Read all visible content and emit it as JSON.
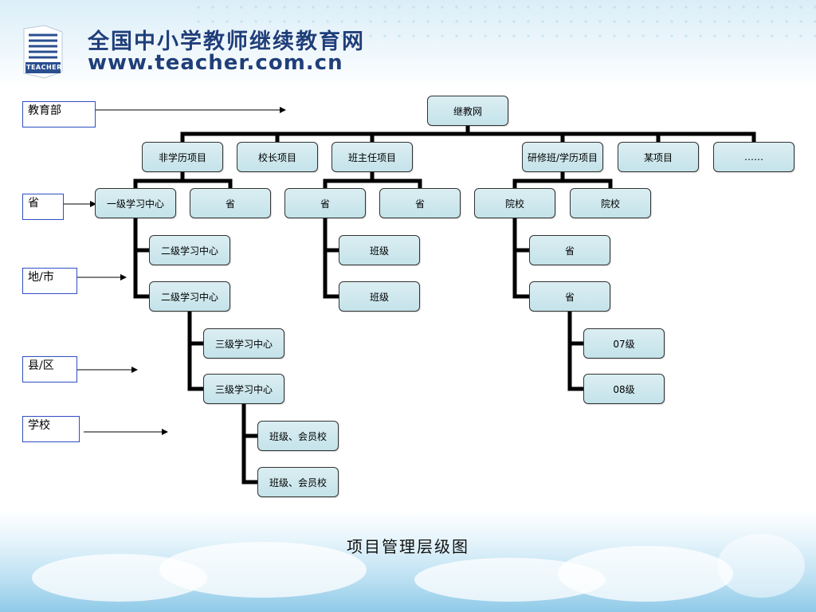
{
  "header": {
    "site_title": "全国中小学教师继续教育网",
    "site_url": "www.teacher.com.cn",
    "logo_text": "TEACHER"
  },
  "levels": [
    "教育部",
    "省",
    "地/市",
    "县/区",
    "学校"
  ],
  "nodes": {
    "root": "继教网",
    "fxl": "非学历项目",
    "xz": "校长项目",
    "bzr": "班主任项目",
    "yxb": "研修班/学历项目",
    "mx": "某项目",
    "more": "……",
    "yj": "一级学习中心",
    "sheng1": "省",
    "sheng2": "省",
    "sheng3": "省",
    "yuan1": "院校",
    "yuan2": "院校",
    "ej1": "二级学习中心",
    "ej2": "二级学习中心",
    "bj1": "班级",
    "bj2": "班级",
    "sheng4": "省",
    "sheng5": "省",
    "sj1": "三级学习中心",
    "sj2": "三级学习中心",
    "g07": "07级",
    "g08": "08级",
    "hy1": "班级、会员校",
    "hy2": "班级、会员校"
  },
  "caption": "项目管理层级图"
}
